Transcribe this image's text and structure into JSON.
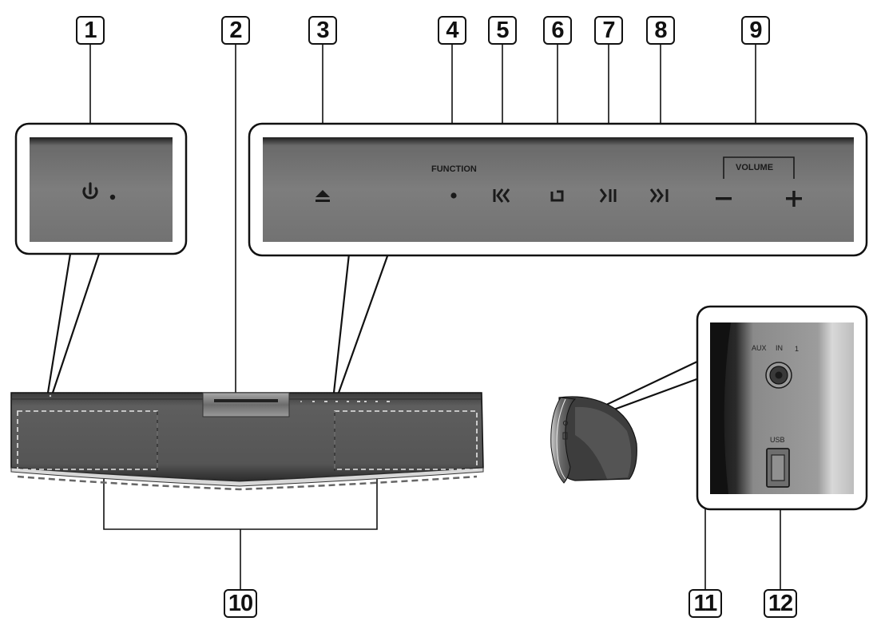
{
  "callouts": [
    {
      "n": "1",
      "part": "power-button"
    },
    {
      "n": "2",
      "part": "disc-slot"
    },
    {
      "n": "3",
      "part": "open-close-button"
    },
    {
      "n": "4",
      "part": "function-button"
    },
    {
      "n": "5",
      "part": "skip-back-button"
    },
    {
      "n": "6",
      "part": "stop-button"
    },
    {
      "n": "7",
      "part": "play-pause-button"
    },
    {
      "n": "8",
      "part": "skip-forward-button"
    },
    {
      "n": "9",
      "part": "volume-buttons"
    },
    {
      "n": "10",
      "part": "speakers"
    },
    {
      "n": "11",
      "part": "aux-in-jack"
    },
    {
      "n": "12",
      "part": "usb-port"
    }
  ],
  "panel": {
    "function_label": "FUNCTION",
    "volume_label": "VOLUME"
  },
  "side_ports": {
    "aux_label": "AUX",
    "in_label": "IN",
    "aux_number": "1",
    "usb_label": "USB"
  },
  "colors": {
    "panel_gray": "#7a7a7a",
    "panel_dark": "#2b2b2b",
    "outline": "#111111"
  }
}
